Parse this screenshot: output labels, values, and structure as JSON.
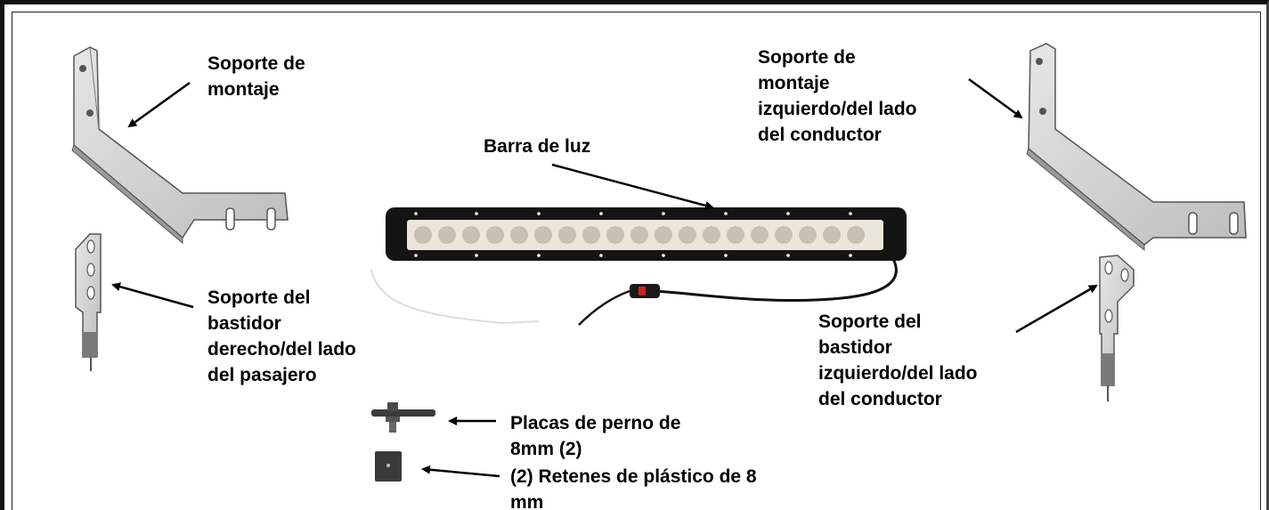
{
  "labels": {
    "mounting_bracket_right": "Soporte de\nmontaje",
    "mounting_bracket_left": "Soporte de\nmontaje\nizquierdo/del lado\ndel conductor",
    "light_bar": "Barra de luz",
    "frame_bracket_right": "Soporte del\nbastidor\nderecho/del lado\ndel pasajero",
    "frame_bracket_left": "Soporte del\nbastidor\nizquierdo/del lado\ndel conductor",
    "bolt_plates": "Placas de perno de\n8mm (2)",
    "plastic_retainers": "(2) Retenes de plástico de 8\nmm"
  },
  "colors": {
    "bracket_fill": "#d9d9d9",
    "bracket_shade": "#b5b5b5",
    "lightbar_housing": "#141414",
    "led_lens": "#ece6da",
    "wire_accent": "#cc2222"
  }
}
